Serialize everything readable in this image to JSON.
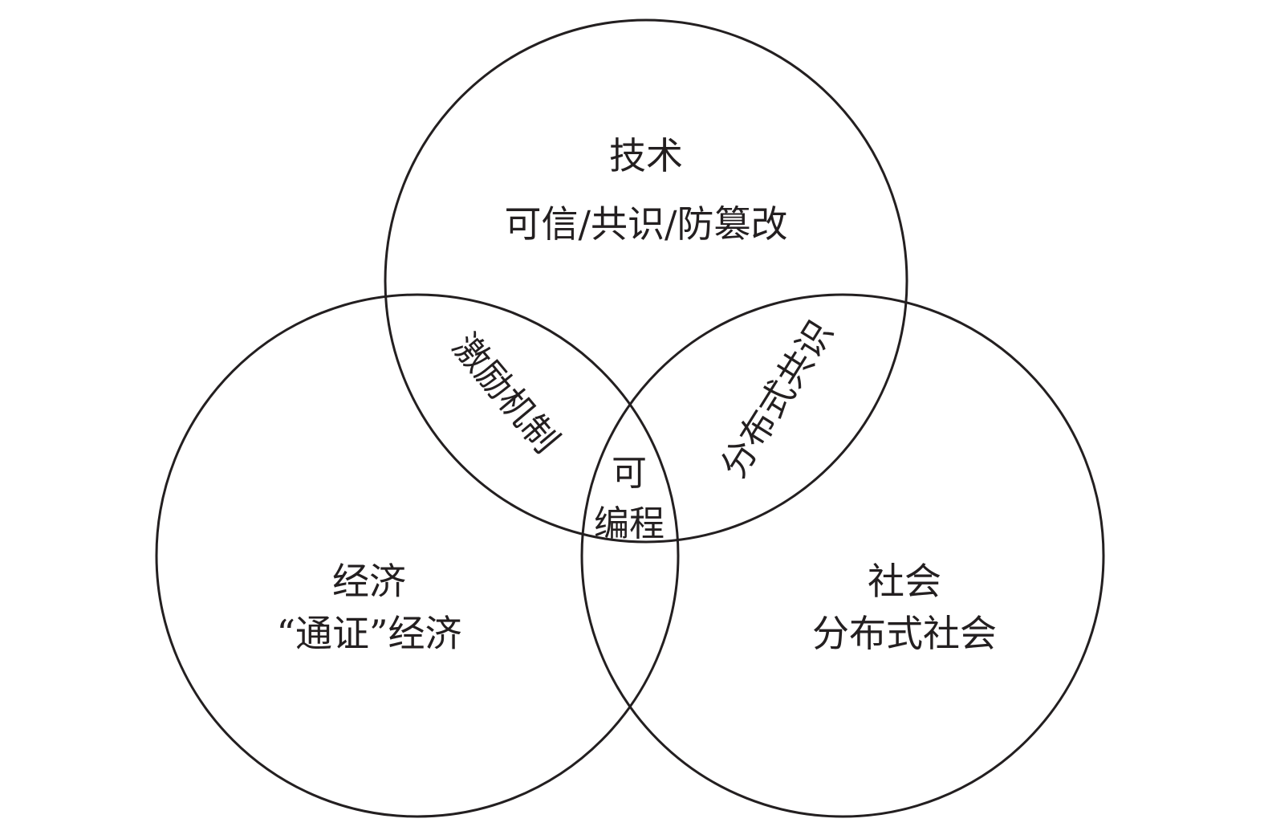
{
  "diagram": {
    "technology": {
      "title": "技术",
      "subtitle": "可信/共识/防篡改"
    },
    "economy": {
      "title": "经济",
      "subtitle": "“通证”经济"
    },
    "society": {
      "title": "社会",
      "subtitle": "分布式社会"
    },
    "tech_economy_overlap": "激励机制",
    "tech_society_overlap": "分布式共识",
    "center_overlap": {
      "line1": "可",
      "line2": "编程"
    },
    "stroke_color": "#231f20",
    "background_color": "#ffffff"
  }
}
